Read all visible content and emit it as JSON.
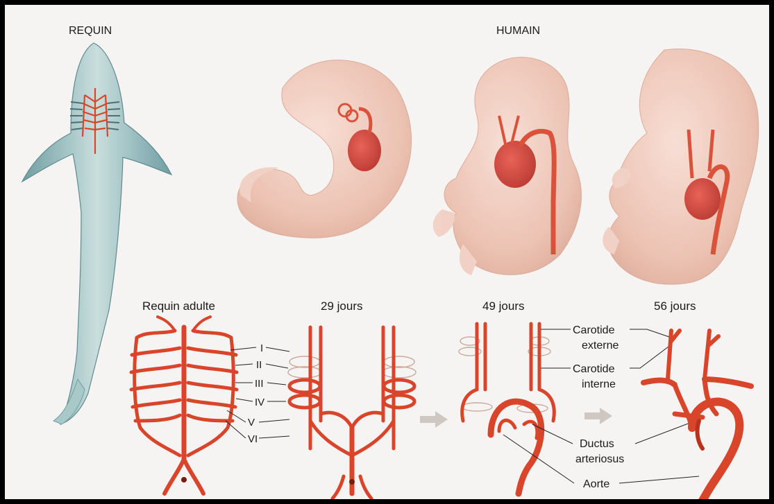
{
  "figure": {
    "headings": {
      "shark": "REQUIN",
      "human": "HUMAIN"
    },
    "stages": {
      "adult_shark": "Requin adulte",
      "day29": "29 jours",
      "day49": "49 jours",
      "day56": "56 jours"
    },
    "arch_labels": [
      "I",
      "II",
      "III",
      "IV",
      "V",
      "VI"
    ],
    "annotations": {
      "carotid_external_1": "Carotide",
      "carotid_external_2": "externe",
      "carotid_internal_1": "Carotide",
      "carotid_internal_2": "interne",
      "ductus_1": "Ductus",
      "ductus_2": "arteriosus",
      "aorta": "Aorte"
    },
    "colors": {
      "artery": "#d8452b",
      "artery_dark": "#b8321c",
      "embryo": "#efc6b8",
      "shark": "#8fb6b8",
      "heart": "#c8322a",
      "arrow": "#c9c2bd",
      "background": "#f6f4f2"
    }
  }
}
